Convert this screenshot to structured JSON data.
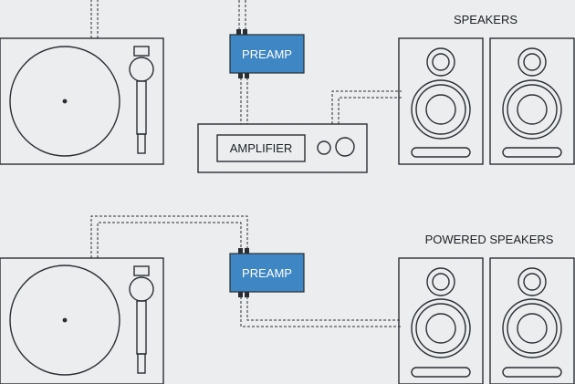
{
  "top": {
    "speakers_label": "SPEAKERS",
    "preamp_label": "PREAMP",
    "amplifier_label": "AMPLIFIER"
  },
  "bottom": {
    "speakers_label": "POWERED SPEAKERS",
    "preamp_label": "PREAMP"
  },
  "colors": {
    "background": "#ebedee",
    "preamp_fill": "#3f86c4",
    "line": "#2a2e33",
    "device_fill": "#ffffff"
  }
}
